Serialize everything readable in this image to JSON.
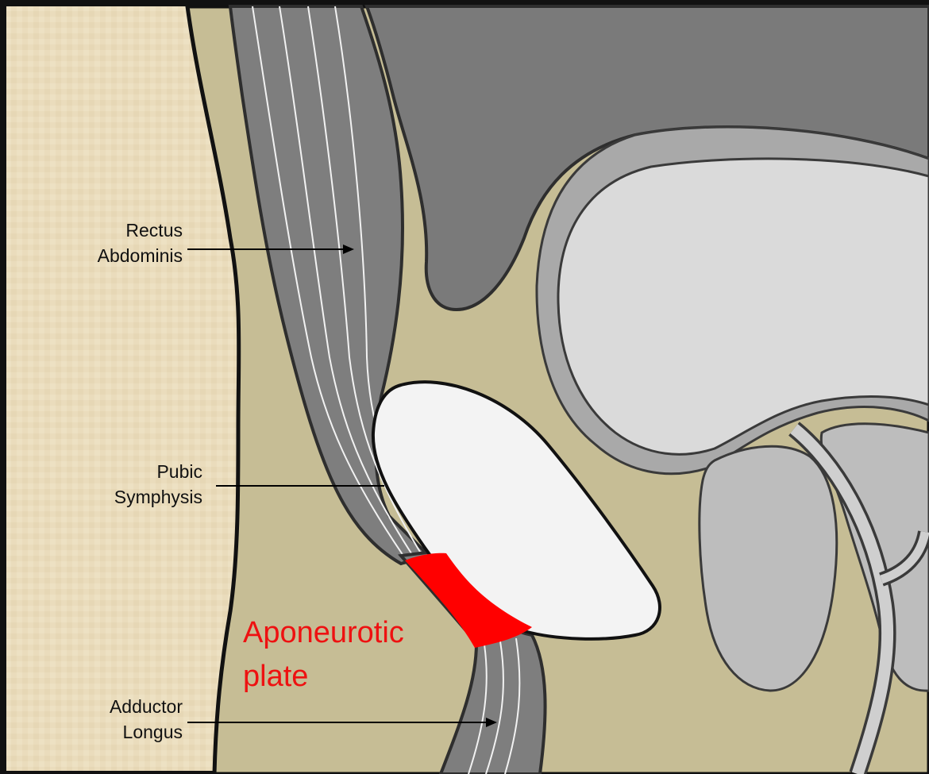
{
  "labels": {
    "rectus": [
      "Rectus",
      "Abdominis"
    ],
    "pubic": [
      "Pubic",
      "Symphysis"
    ],
    "adductor": [
      "Adductor",
      "Longus"
    ],
    "aponeurotic": [
      "Aponeurotic",
      "plate"
    ]
  },
  "colors": {
    "frame": "#0e0e0e",
    "parchment": "#eadcbc",
    "fat": "#c6bd95",
    "muscle": "#7e7e7e",
    "organ_dark": "#7a7a7a",
    "bladder_wall": "#a9a9a9",
    "bladder_lumen": "#dadada",
    "prostate": "#bdbdbd",
    "bone": "#f3f3f3",
    "plate": "#ff0000",
    "outline": "#3a3a3a",
    "label_text": "#111111",
    "accent_text": "#ee1111"
  }
}
